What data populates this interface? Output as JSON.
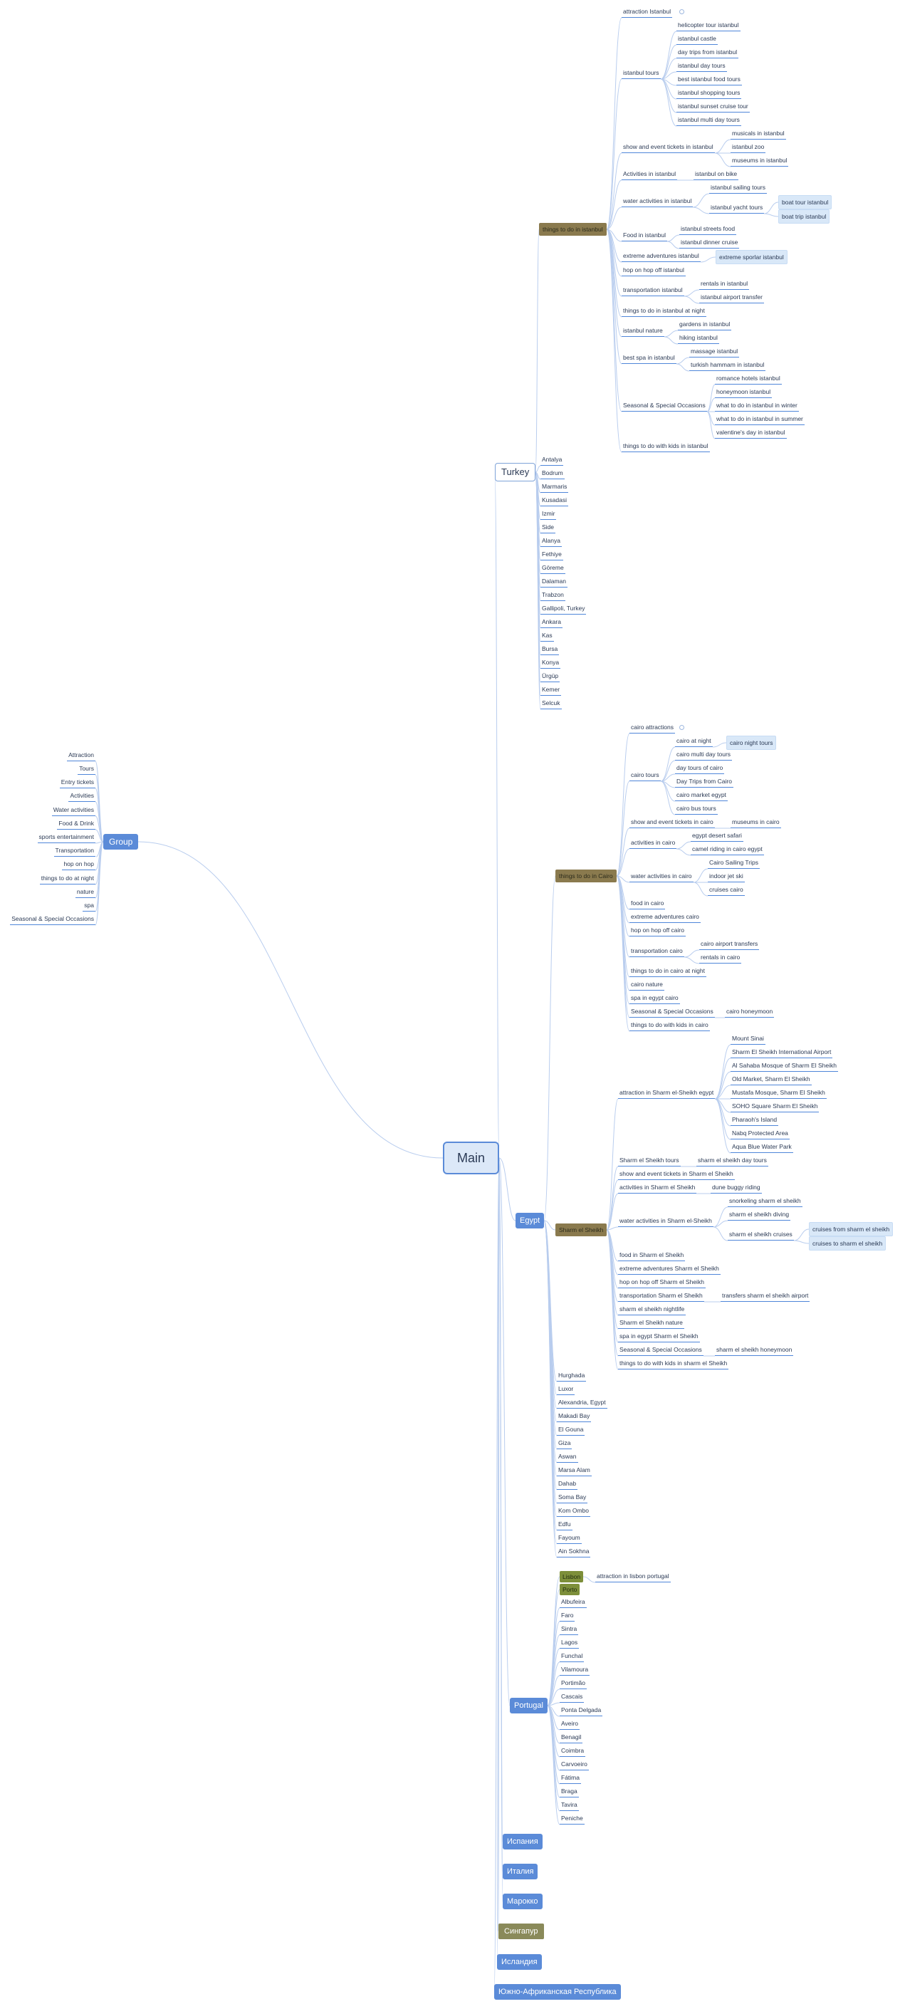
{
  "root": "Main",
  "group": {
    "label": "Group",
    "items": [
      "Attraction",
      "Tours",
      "Entry tickets",
      "Activities",
      "Water activities",
      "Food & Drink",
      "sports entertainment",
      "Transportation",
      "hop on hop",
      "things to do at night",
      "nature",
      "spa",
      "Seasonal & Special Occasions"
    ]
  },
  "turkey": {
    "label": "Turkey",
    "things": "things to do in istanbul",
    "attraction": "attraction Istanbul",
    "tours": "istanbul tours",
    "tours_items": [
      "helicopter tour istanbul",
      "istanbul castle",
      "day trips from istanbul",
      "istanbul day tours",
      "best istanbul food tours",
      "istanbul shopping tours",
      "istanbul sunset cruise tour",
      "istanbul multi day tours"
    ],
    "show": "show and event tickets in istanbul",
    "show_items": [
      "musicals in istanbul",
      "istanbul zoo",
      "museums in istanbul"
    ],
    "activities": "Activities in istanbul",
    "activities_item": "istanbul on bike",
    "water": "water activities in istanbul",
    "water_sailing": "istanbul sailing tours",
    "water_yacht": "istanbul yacht tours",
    "yacht_items": [
      "boat tour istanbul",
      "boat trip istanbul"
    ],
    "food": "Food in istanbul",
    "food_items": [
      "istanbul streets food",
      "istanbul dinner cruise"
    ],
    "extreme": "extreme adventures istanbul",
    "extreme_item": "extreme sporlar istanbul",
    "hop": "hop on hop off istanbul",
    "transport": "transportation istanbul",
    "transport_items": [
      "rentals in istanbul",
      "istanbul airport transfer"
    ],
    "night": "things to do in istanbul at night",
    "nature": "istanbul nature",
    "nature_items": [
      "gardens in istanbul",
      "hiking istanbul"
    ],
    "spa": "best spa in istanbul",
    "spa_items": [
      "massage istanbul",
      "turkish hammam in istanbul"
    ],
    "seasonal": "Seasonal & Special Occasions",
    "seasonal_items": [
      "romance hotels istanbul",
      "honeymoon istanbul",
      "what to do in istanbul in winter",
      "what to do in istanbul in summer",
      "valentine's day in istanbul"
    ],
    "kids": "things to do with kids in istanbul",
    "cities": [
      "Antalya",
      "Bodrum",
      "Marmaris",
      "Kusadasi",
      "Izmir",
      "Side",
      "Alanya",
      "Fethiye",
      "Göreme",
      "Dalaman",
      "Trabzon",
      "Gallipoli, Turkey",
      "Ankara",
      "Kas",
      "Bursa",
      "Konya",
      "Ürgüp",
      "Kemer",
      "Selcuk"
    ]
  },
  "egypt": {
    "label": "Egypt",
    "cairo": "things to do in Cairo",
    "cairo_attractions": "cairo attractions",
    "cairo_tours": "cairo tours",
    "cairo_night": "cairo at night",
    "cairo_night_item": "cairo night tours",
    "cairo_tours_items": [
      "cairo multi day tours",
      "day tours of cairo",
      "Day Trips from Cairo",
      "cairo market egypt",
      "cairo bus tours"
    ],
    "cairo_show": "show and event tickets in cairo",
    "cairo_show_item": "museums in cairo",
    "cairo_activities": "activities in cairo",
    "cairo_activities_items": [
      "egypt desert safari",
      "camel riding in cairo egypt"
    ],
    "cairo_water": "water activities in cairo",
    "cairo_water_items": [
      "Cairo Sailing Trips",
      "indoor jet ski",
      "cruises cairo"
    ],
    "cairo_food": "food in cairo",
    "cairo_extreme": "extreme adventures cairo",
    "cairo_hop": "hop on hop off cairo",
    "cairo_transport": "transportation cairo",
    "cairo_transport_items": [
      "cairo airport transfers",
      "rentals in cairo"
    ],
    "cairo_night2": "things to do in cairo at night",
    "cairo_nature": "cairo nature",
    "cairo_spa": "spa in egypt cairo",
    "cairo_seasonal": "Seasonal & Special Occasions",
    "cairo_seasonal_item": "cairo honeymoon",
    "cairo_kids": "things to do with kids in cairo",
    "sharm": "Sharm el Sheikh",
    "sharm_attraction": "attraction in Sharm el-Sheikh egypt",
    "sharm_attraction_items": [
      "Mount Sinai",
      "Sharm El Sheikh International Airport",
      "Al Sahaba Mosque of Sharm El Sheikh",
      "Old Market, Sharm El Sheikh",
      "Mustafa Mosque, Sharm El Sheikh",
      "SOHO Square Sharm El Sheikh",
      "Pharaoh's Island",
      "Nabq Protected Area",
      "Aqua Blue Water Park"
    ],
    "sharm_tours": "Sharm el Sheikh tours",
    "sharm_tours_item": "sharm el sheikh day tours",
    "sharm_show": "show and event tickets in Sharm el Sheikh",
    "sharm_activities": "activities in Sharm el Sheikh",
    "sharm_activities_item": "dune buggy riding",
    "sharm_water": "water activities in Sharm el-Sheikh",
    "sharm_water_items": [
      "snorkeling sharm el sheikh",
      "sharm el sheikh diving"
    ],
    "sharm_cruises": "sharm el sheikh cruises",
    "sharm_cruises_items": [
      "cruises from sharm el sheikh",
      "cruises to sharm el sheikh"
    ],
    "sharm_food": "food in Sharm el Sheikh",
    "sharm_extreme": "extreme adventures Sharm el Sheikh",
    "sharm_hop": "hop on hop off Sharm el Sheikh",
    "sharm_transport": "transportation Sharm el Sheikh",
    "sharm_transport_item": "transfers sharm el sheikh airport",
    "sharm_nightlife": "sharm el sheikh nightlife",
    "sharm_nature": "Sharm el Sheikh nature",
    "sharm_spa": "spa in egypt Sharm el Sheikh",
    "sharm_seasonal": "Seasonal & Special Occasions",
    "sharm_seasonal_item": "sharm el sheikh honeymoon",
    "sharm_kids": "things to do with kids in sharm el Sheikh",
    "cities": [
      "Hurghada",
      "Luxor",
      "Alexandria, Egypt",
      "Makadi Bay",
      "El Gouna",
      "Giza",
      "Aswan",
      "Marsa Alam",
      "Dahab",
      "Soma Bay",
      "Kom Ombo",
      "Edfu",
      "Fayoum",
      "Ain Sokhna"
    ]
  },
  "portugal": {
    "label": "Portugal",
    "lisbon": "Lisbon",
    "lisbon_item": "attraction in lisbon portugal",
    "porto": "Porto",
    "cities": [
      "Albufeira",
      "Faro",
      "Sintra",
      "Lagos",
      "Funchal",
      "Vilamoura",
      "Portimão",
      "Cascais",
      "Ponta Delgada",
      "Aveiro",
      "Benagil",
      "Coimbra",
      "Carvoeiro",
      "Fátima",
      "Braga",
      "Tavira",
      "Peniche"
    ]
  },
  "others": [
    "Испания",
    "Италия",
    "Марокко",
    "Сингапур",
    "Исландия",
    "Южно-Африканская Республика"
  ]
}
